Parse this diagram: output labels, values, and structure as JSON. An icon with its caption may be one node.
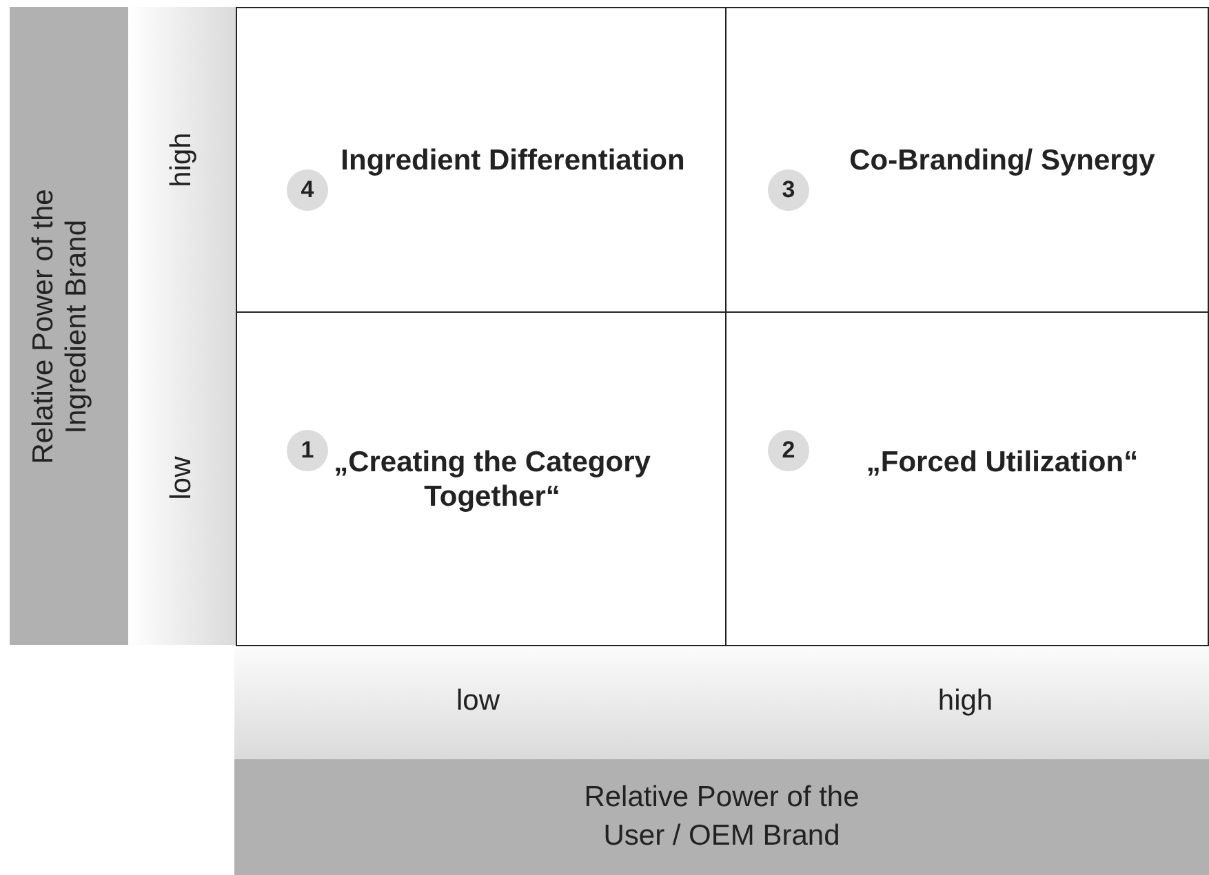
{
  "diagram": {
    "nodes": [
      {
        "text": [
          "Relative Power of the Ingredient Brand"
        ]
      },
      {
        "text": [
          "high"
        ]
      },
      {
        "text": [
          "Ingredient Differentiation"
        ]
      },
      {
        "text": [
          "4"
        ],
        "in": 2
      },
      {
        "text": [
          "Co-Branding/ Synergy"
        ]
      },
      {
        "text": [
          "3"
        ],
        "in": 4
      },
      {
        "text": [
          "low"
        ]
      },
      {
        "text": [
          "„Creating the Category Together“"
        ]
      },
      {
        "text": [
          "1"
        ],
        "in": 7
      },
      {
        "text": [
          "„Forced Utilization“"
        ]
      },
      {
        "text": [
          "2"
        ],
        "in": 9
      },
      {
        "text": [
          "low",
          "high"
        ]
      },
      {
        "text": [
          "Relative Power of the User / OEM Brand"
        ]
      }
    ],
    "edges": []
  }
}
